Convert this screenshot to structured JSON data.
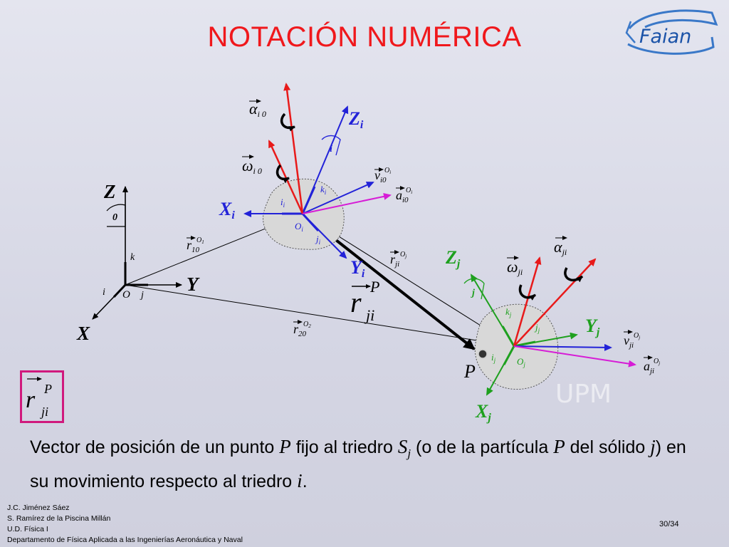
{
  "slide": {
    "title": "NOTACIÓN NUMÉRICA",
    "logo_text": "Faian",
    "watermark_text": "UPM"
  },
  "colors": {
    "title": "#f0181c",
    "red": "#e81a1a",
    "blue": "#2222d8",
    "green": "#1ea01e",
    "magenta": "#d61cd6",
    "black": "#000000",
    "box_border": "#d0197d"
  },
  "diagram": {
    "frame0": {
      "Z": "Z",
      "Y": "Y",
      "X": "X",
      "O": "O",
      "i": "i",
      "j": "j",
      "k": "k",
      "angle": "0"
    },
    "frame_i": {
      "Z": "Z",
      "Zsub": "i",
      "X": "X",
      "Xsub": "i",
      "Y": "Y",
      "Ysub": "i",
      "O": "O",
      "Osub": "i",
      "i": "i",
      "isub": "i",
      "j": "j",
      "jsub": "i",
      "k": "k",
      "ksub": "i",
      "angle": "i"
    },
    "frame_j": {
      "Z": "Z",
      "Zsub": "j",
      "Y": "Y",
      "Ysub": "j",
      "X": "X",
      "Xsub": "j",
      "O": "O",
      "Osub": "j",
      "i": "i",
      "isub": "j",
      "j": "j",
      "jsub": "j",
      "k": "k",
      "ksub": "j",
      "angle": "j"
    },
    "labels": {
      "alpha_i0": {
        "base": "α",
        "sub": "i 0"
      },
      "omega_i0": {
        "base": "ω",
        "sub": "i 0"
      },
      "v_i0": {
        "base": "v",
        "sub": "i0",
        "sup": "O",
        "supsub": "i"
      },
      "a_i0": {
        "base": "a",
        "sub": "i0",
        "sup": "O",
        "supsub": "i"
      },
      "r_10": {
        "base": "r",
        "sub": "10",
        "sup": "O",
        "supsub": "1"
      },
      "r_20": {
        "base": "r",
        "sub": "20",
        "sup": "O",
        "supsub": "2"
      },
      "r_ji_Oj": {
        "base": "r",
        "sub": "ji",
        "sup": "O",
        "supsub": "j"
      },
      "r_ji_P": {
        "base": "r",
        "sub": "ji",
        "sup": "P"
      },
      "alpha_ji": {
        "base": "α",
        "sub": "ji"
      },
      "omega_ji": {
        "base": "ω",
        "sub": "ji"
      },
      "v_ji": {
        "base": "v",
        "sub": "ji",
        "sup": "O",
        "supsub": "j"
      },
      "a_ji": {
        "base": "a",
        "sub": "ji",
        "sup": "O",
        "supsub": "j"
      },
      "point_P": "P"
    },
    "note_symbol": {
      "base": "r",
      "sub": "ji",
      "sup": "P"
    }
  },
  "caption": {
    "t1": "Vector de posición de un punto ",
    "m1": "P",
    "t2": " fijo al triedro ",
    "m2": "S",
    "m2sub": "j",
    "t3": " (o de la partícula ",
    "m3": "P",
    "t4": " del sólido ",
    "m4": "j",
    "t5": ") en su movimiento respecto al triedro ",
    "m5": "i",
    "t6": "."
  },
  "footer": {
    "lines": [
      "J.C. Jiménez Sáez",
      "S. Ramírez de la Piscina Millán",
      "U.D. Física I",
      "Departamento de Física Aplicada a las Ingenierías Aeronáutica y Naval"
    ],
    "page": "30/34"
  }
}
